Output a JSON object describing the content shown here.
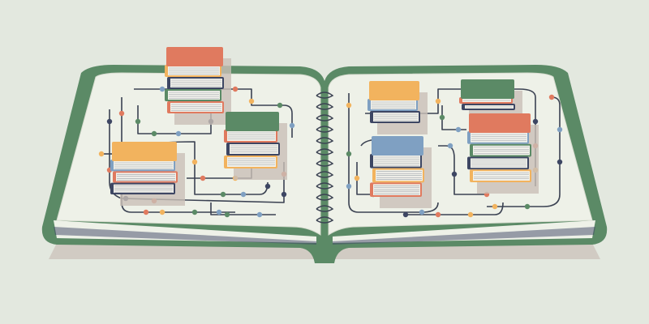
{
  "colors": {
    "background": "#e3e8df",
    "cover": "#5b8a66",
    "page": "#eef1e8",
    "circuit": "#3b4252",
    "shadow": "#c9bfb6",
    "coral": "#e07a5f",
    "yellow": "#f2b35e",
    "green": "#5b8a66",
    "blue": "#7fa0c2",
    "navy": "#3d4663"
  },
  "illustration": {
    "subject": "open-book-with-circuit-and-book-stacks",
    "stacks": [
      {
        "top": "coral",
        "side": "left"
      },
      {
        "top": "green",
        "side": "left"
      },
      {
        "top": "yellow",
        "side": "left"
      },
      {
        "top": "yellow",
        "side": "right"
      },
      {
        "top": "green",
        "side": "right"
      },
      {
        "top": "blue",
        "side": "right"
      },
      {
        "top": "coral",
        "side": "right"
      }
    ]
  }
}
